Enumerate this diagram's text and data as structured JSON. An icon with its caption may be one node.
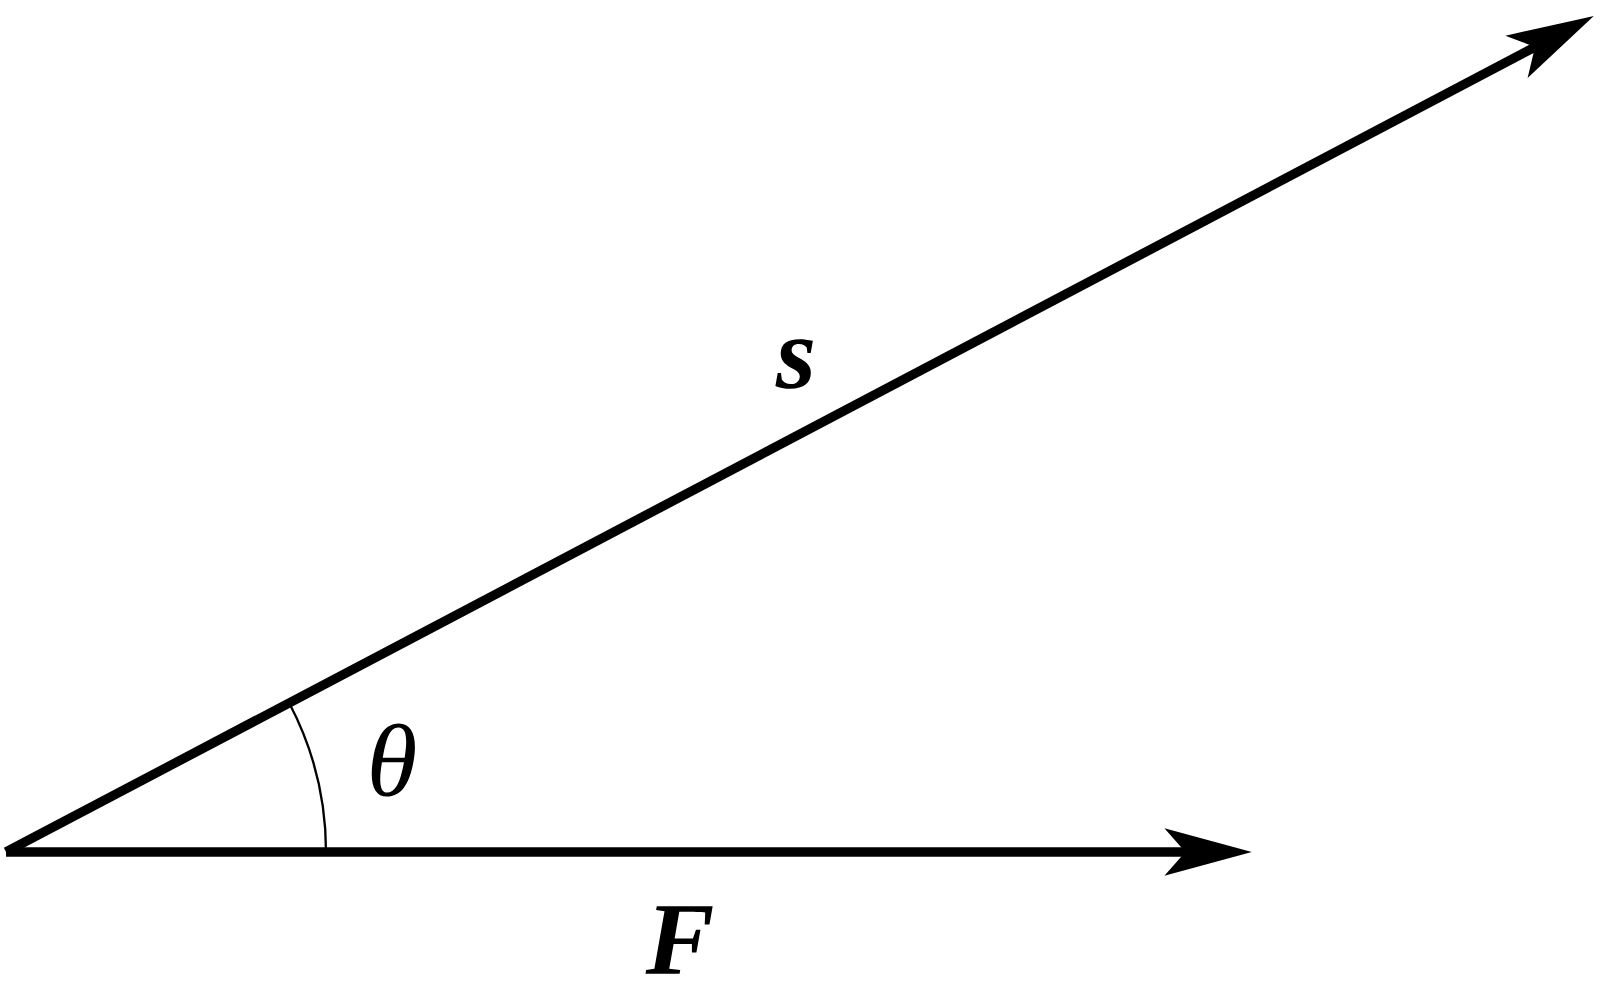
{
  "diagram": {
    "labels": [
      "s",
      "θ",
      "F"
    ]
  }
}
